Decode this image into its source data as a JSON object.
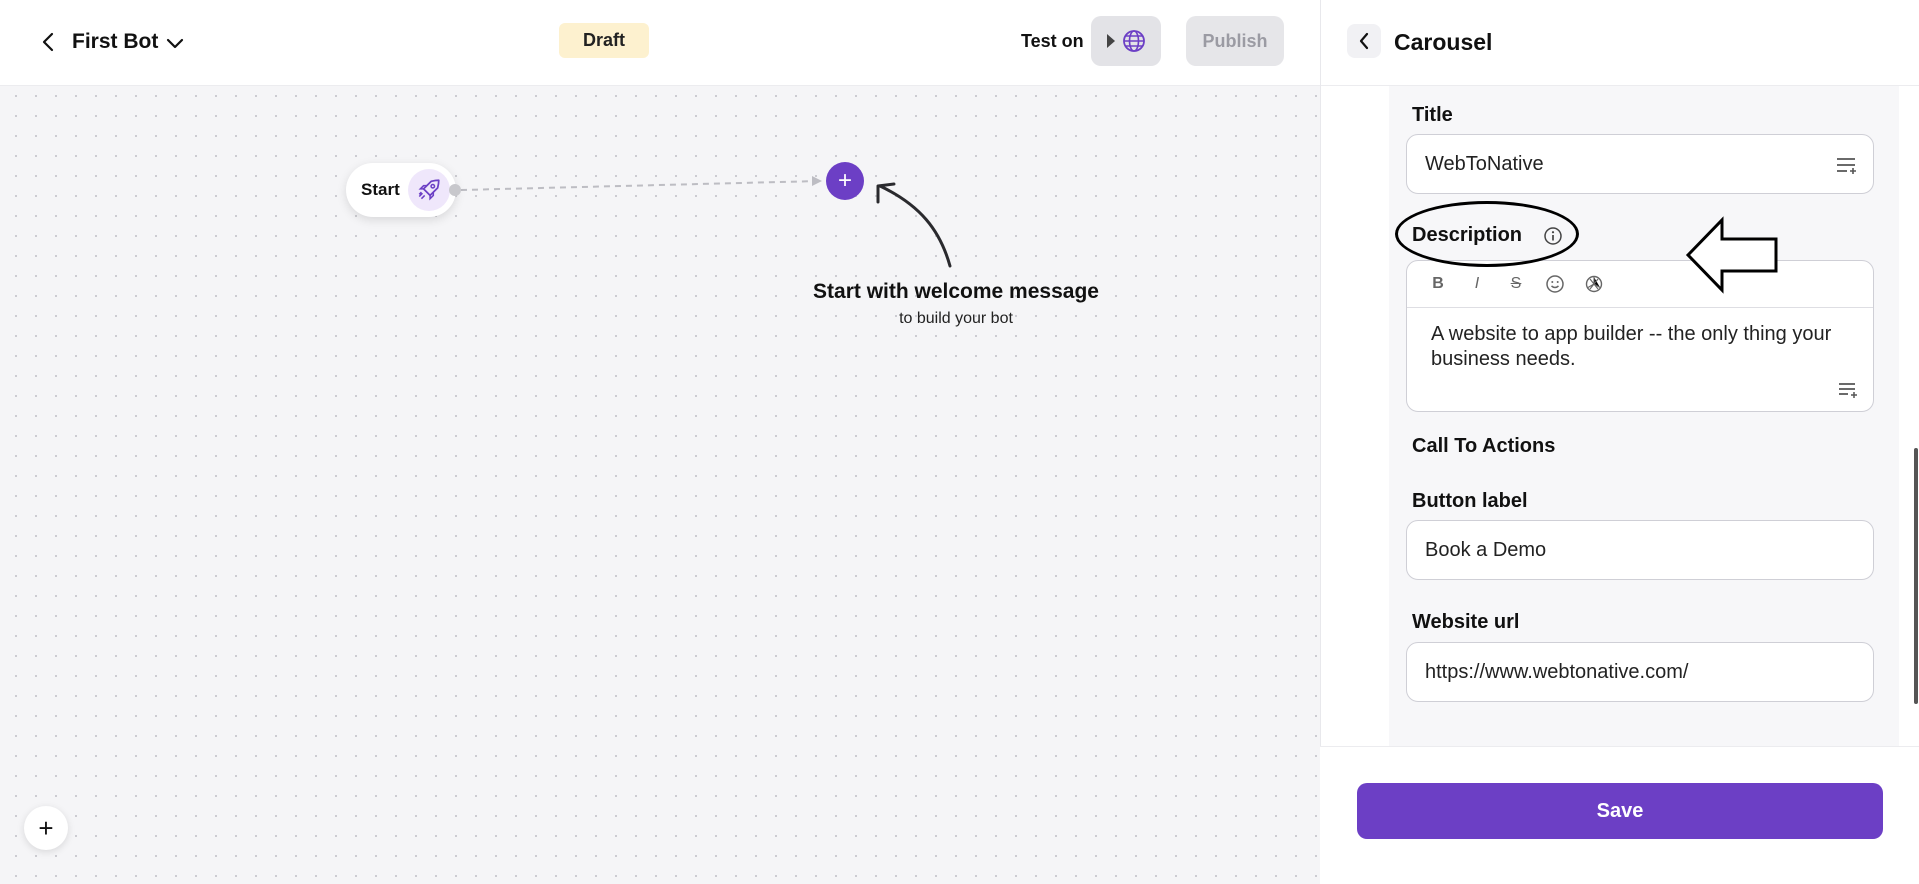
{
  "header": {
    "bot_name": "First Bot",
    "status_badge": "Draft",
    "test_on_label": "Test on",
    "publish_label": "Publish"
  },
  "canvas": {
    "start_node_label": "Start",
    "welcome_title": "Start with welcome message",
    "welcome_subtitle": "to build your bot",
    "add_node_symbol": "+",
    "zoom_add_symbol": "+"
  },
  "panel": {
    "title": "Carousel",
    "title_field": {
      "label": "Title",
      "value": "WebToNative"
    },
    "description_field": {
      "label": "Description",
      "value": "A website to app builder -- the only thing your business needs.",
      "toolbar": [
        "bold-icon",
        "italic-icon",
        "strikethrough-icon",
        "emoji-icon",
        "openai-icon"
      ]
    },
    "cta_section_label": "Call To Actions",
    "button_label_field": {
      "label": "Button label",
      "value": "Book a Demo"
    },
    "website_url_field": {
      "label": "Website url",
      "value": "https://www.webtonative.com/"
    },
    "save_label": "Save"
  },
  "colors": {
    "accent": "#6c3fc5",
    "draft_badge_bg": "#fdf1cf",
    "canvas_bg": "#f5f5f7"
  }
}
